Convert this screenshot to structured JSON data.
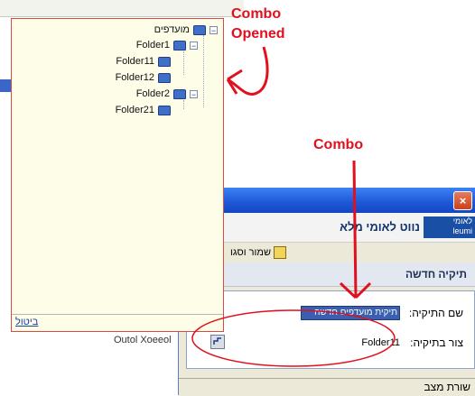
{
  "annotations": {
    "combo_opened_line1": "Combo",
    "combo_opened_line2": "Opened",
    "combo": "Combo"
  },
  "dropdown": {
    "tree": [
      {
        "label": "מועדפים",
        "level": 0,
        "expanded": true
      },
      {
        "label": "Folder1",
        "level": 1,
        "expanded": true
      },
      {
        "label": "Folder11",
        "level": 2
      },
      {
        "label": "Folder12",
        "level": 2
      },
      {
        "label": "Folder2",
        "level": 1,
        "expanded": true
      },
      {
        "label": "Folder21",
        "level": 2
      }
    ],
    "cancel_label": "ביטול"
  },
  "dialog": {
    "close_glyph": "×",
    "app_title": "נווט לאומי מלא",
    "brand_line1": "לאומי",
    "brand_line2": "leumi",
    "toolbar": {
      "save_label": "שמור וסגו"
    },
    "section_title": "תיקיה חדשה",
    "form": {
      "name_label": "שם התיקיה:",
      "name_value": "תיקית מועדפים חדשה",
      "parent_label": "צור בתיקיה:",
      "parent_value": "Folder11"
    },
    "status": "שורת מצב"
  },
  "background": {
    "frag1": "Outol Xoeeol"
  },
  "colors": {
    "annotation": "#e0101e",
    "dropdown_bg": "#fefde8",
    "titlebar": "#1e56d6",
    "selection": "#3a5fb0"
  }
}
